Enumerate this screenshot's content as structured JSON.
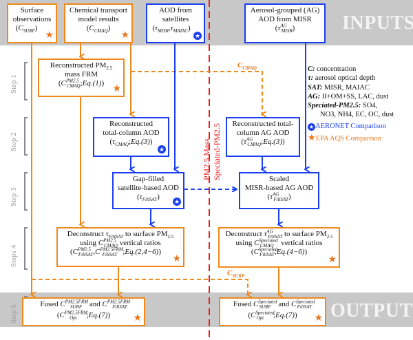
{
  "banners": {
    "inputs": "INPUTS",
    "outputs": "OUTPUTS"
  },
  "steps": [
    "Step 1",
    "Step 2",
    "Step 3",
    "Steps 4",
    "Step 5"
  ],
  "divider": {
    "left_label": "PM2.5 Mass",
    "right_label": "Speciated-PM2.5",
    "color": "#f01c1c"
  },
  "colors": {
    "orange": "#ee8a1c",
    "blue": "#1a3ff0",
    "gray_band": "#c8c8c8"
  },
  "inputs": {
    "surface": {
      "line1": "Surface",
      "line2": "observations",
      "symbol": "C",
      "sub": "SURF",
      "badge": "star"
    },
    "ctm": {
      "line1": "Chemical transport",
      "line2": "model results",
      "symbol": "C",
      "sub": "CMAQ",
      "badge": "star"
    },
    "aod_sat": {
      "line1": "AOD from",
      "line2": "satellites",
      "sym1": "τ",
      "sub1": "MISR",
      "sym2": "τ",
      "sub2": "MAIAC",
      "badge": "aeronet-star"
    },
    "ag_aod": {
      "line1": "Aerosol-grouped (AG)",
      "line2": "AOD from MISR",
      "symbol": "τ",
      "sup": "AG",
      "sub": "MISR"
    }
  },
  "boxes": {
    "step1": {
      "line1": "Reconstructed PM",
      "line1_sub": "2.5",
      "line2": "mass FRM",
      "symbol": "C",
      "sup": "PM2.5",
      "sub": "CMAQ",
      "eq": "Eq.(1)",
      "badge": "star"
    },
    "step2_left": {
      "line1": "Reconstructed",
      "line2": "total-column AOD",
      "symbol": "τ",
      "sub": "CMAQ",
      "eq": "Eq.(3)",
      "badge": "aeronet-star"
    },
    "step2_right": {
      "line1": "Reconstructed total-",
      "line2": "column AG AOD",
      "symbol": "τ",
      "sup": "AG",
      "sub": "CMAQ",
      "eq": "Eq.(3)"
    },
    "step3_left": {
      "line1": "Gap-filled",
      "line2": "satellite-based AOD",
      "symbol": "τ",
      "sub": "FillSAT",
      "badge": "aeronet-star"
    },
    "step3_right": {
      "line1": "Scaled",
      "line2": "MISR-based AG AOD",
      "symbol": "τ",
      "sup": "AG",
      "sub": "FillSAT"
    },
    "step4_left": {
      "l1a": "Deconstruct",
      "l1sym": "τ",
      "l1sub": "FillSAT",
      "l1b": "to surface PM",
      "l1bsub": "2.5",
      "l2a": "using",
      "l2sym": "C",
      "l2sup": "PM2.5",
      "l2sub": "CMAQ",
      "l2b": "vertical ratios",
      "s1": "C",
      "s1sup": "PM2.5",
      "s1sub": "FillSAT",
      "s2": "C",
      "s2sup": "PM2.5FRM",
      "s2sub": "FillSAT",
      "eq": "Eq.(2,4−6)",
      "badge": "star"
    },
    "step4_right": {
      "l1a": "Deconstruct",
      "l1sym": "τ",
      "l1sup": "AG",
      "l1sub": "FillSAT",
      "l1b": "to surface PM",
      "l1bsub": "2.5",
      "l2a": "using",
      "l2sym": "C",
      "l2sup": "Speciated",
      "l2sub": "CMAQ",
      "l2b": "vertical ratios",
      "s1": "C",
      "s1sup": "Speciated",
      "s1sub": "FillSAT",
      "eq": "Eq.(4−6)",
      "badge": "star"
    },
    "step5_left": {
      "l1a": "Fused",
      "s1": "C",
      "s1sup": "PM2.5FRM",
      "s1sub": "SURF",
      "and": "and",
      "s2": "C",
      "s2sup": "PM2.5FRM",
      "s2sub": "FillSAT",
      "s3": "C",
      "s3sup": "PM2.5FRM",
      "s3sub": "Opt",
      "eq": "Eq.(7)",
      "badge": "star"
    },
    "step5_right": {
      "l1a": "Fused",
      "s1": "C",
      "s1sup": "Speciated",
      "s1sub": "SURF",
      "and": "and",
      "s2": "C",
      "s2sup": "Speciated",
      "s2sub": "FillSAT",
      "s3": "C",
      "s3sup": "Speciated",
      "s3sub": "Opt",
      "eq": "Eq.(7)",
      "badge": "star"
    }
  },
  "flow_labels": {
    "cmaq": {
      "sym": "C",
      "sub": "CMAQ"
    },
    "surf": {
      "sym": "C",
      "sub": "SURF"
    }
  },
  "legend": [
    {
      "key": "C:",
      "text": "concentration"
    },
    {
      "key": "τ:",
      "text": "aerosol optical depth"
    },
    {
      "key": "SAT:",
      "text": "MISR, MAIAC"
    },
    {
      "key": "AG:",
      "text": "II+OM+SS, LAC, dust"
    },
    {
      "key": "Speciated-PM2.5:",
      "text": "SO4,"
    },
    {
      "key": "",
      "text": "NO3, NH4, EC, OC, dust"
    }
  ],
  "legend_markers": {
    "aeronet": "AERONET Comparison",
    "epa": "EPA AQS Comparison"
  }
}
